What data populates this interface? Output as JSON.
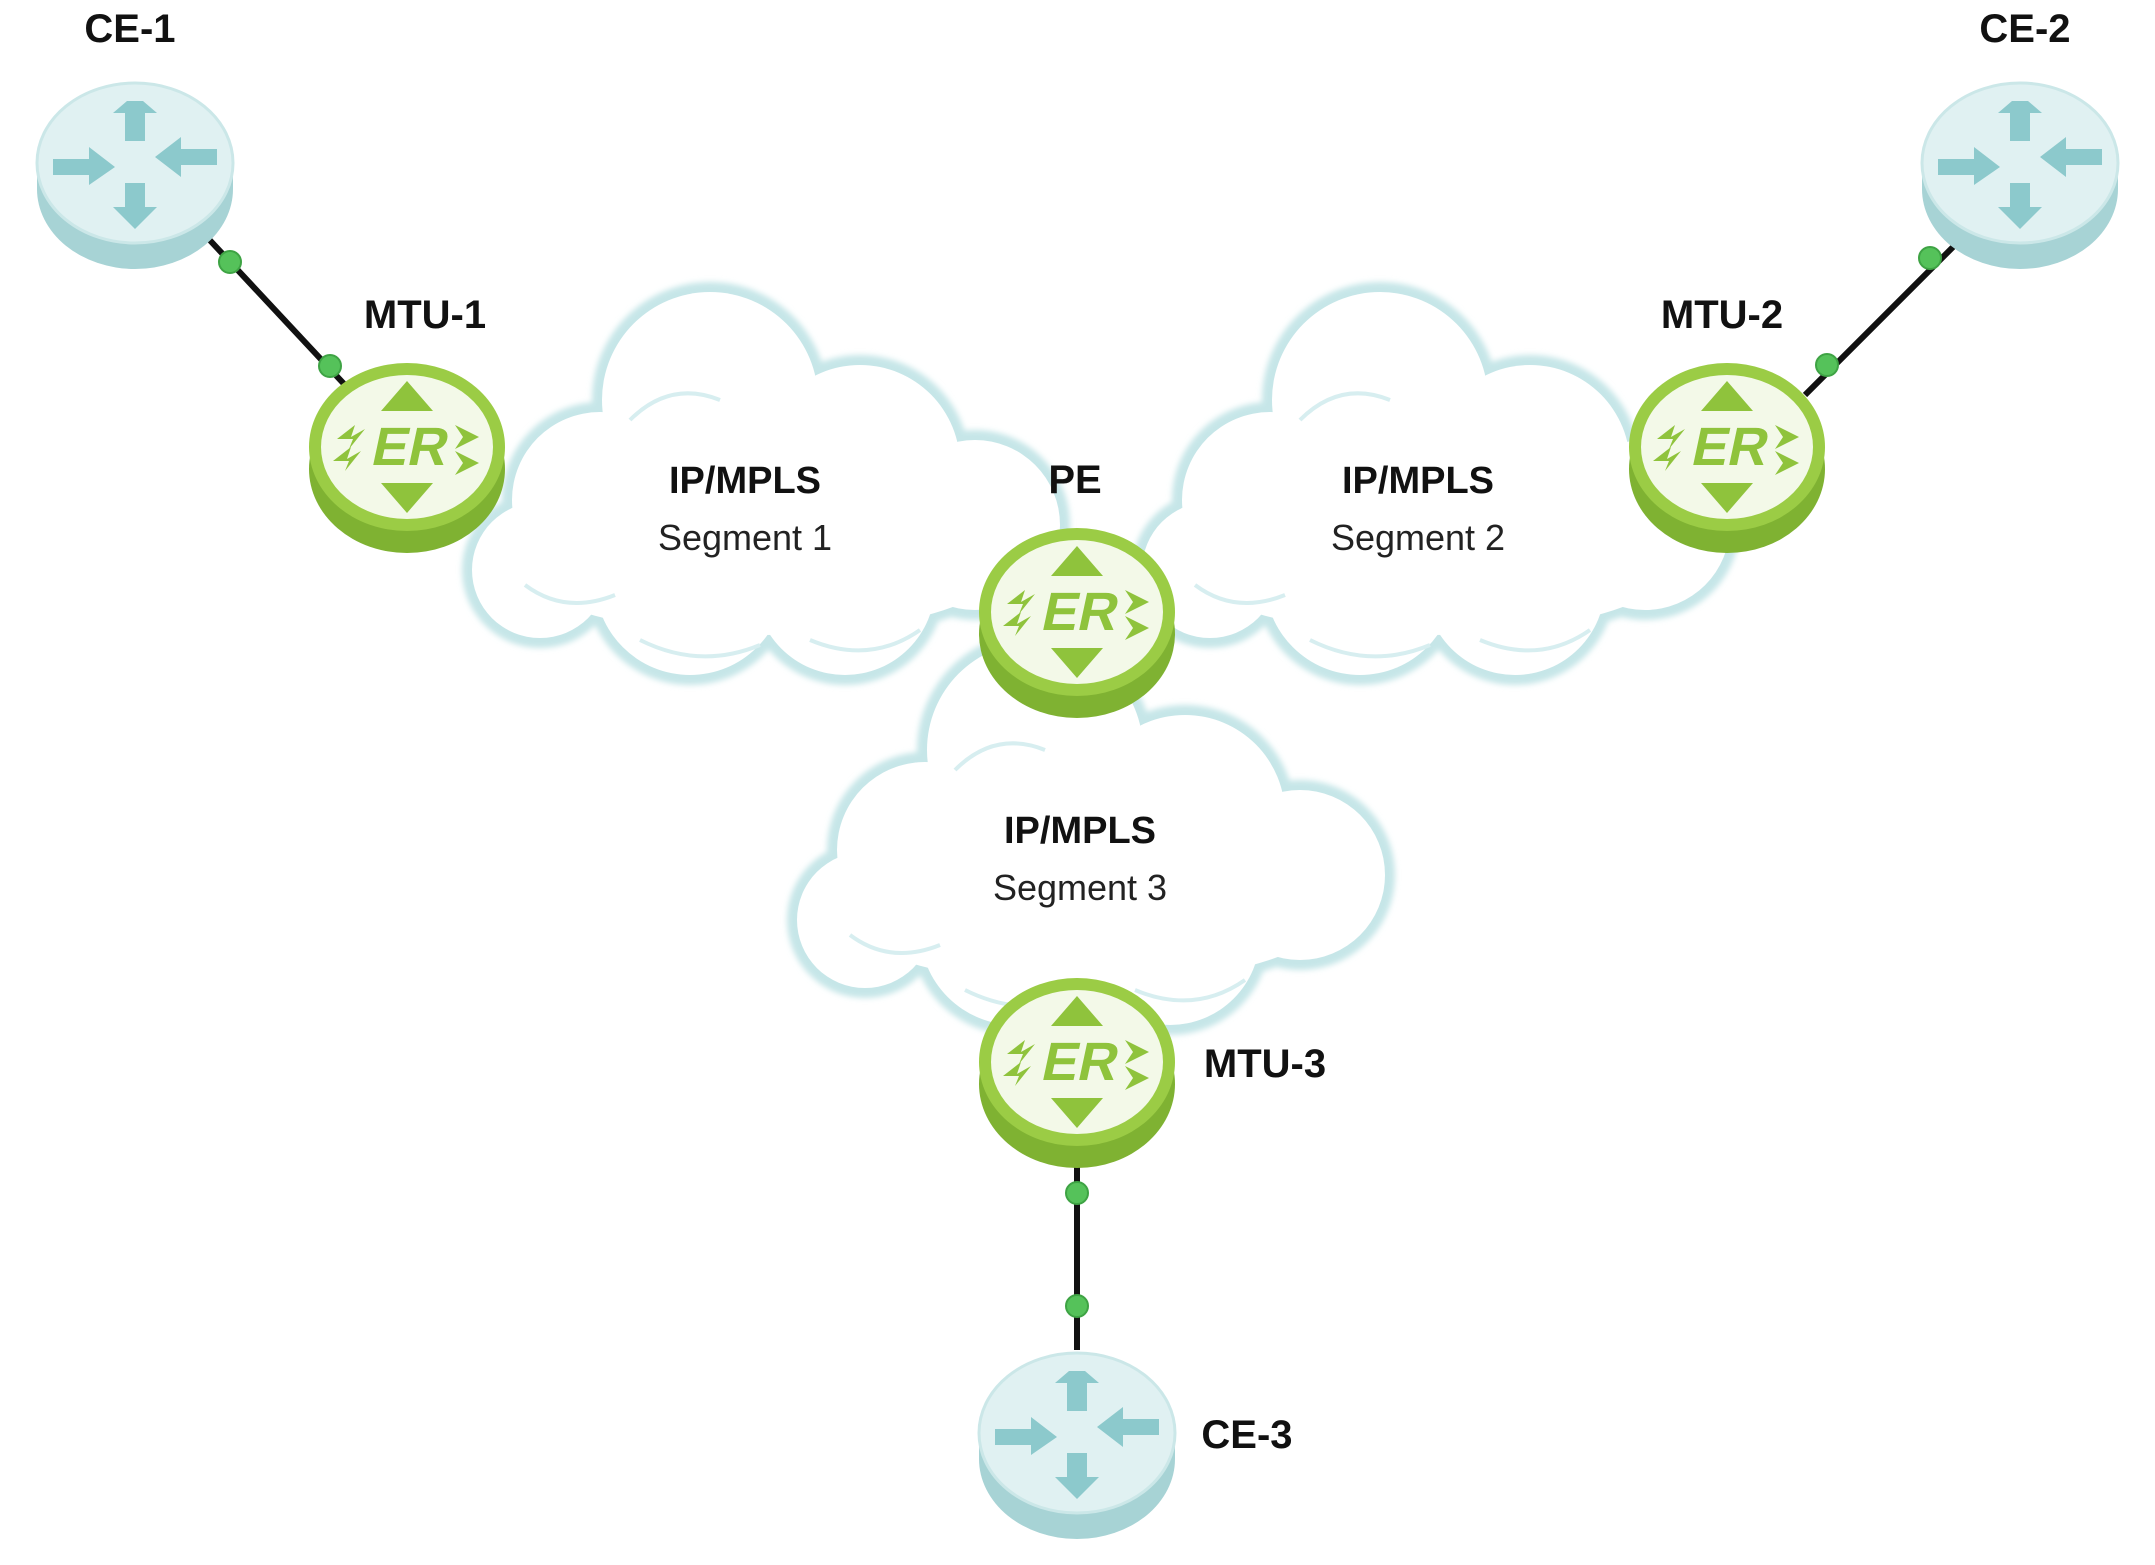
{
  "colors": {
    "cloud_fill": "#ffffff",
    "cloud_edge": "#bfe2e4",
    "ce_body": "#dbeff0",
    "ce_side": "#9fcfd1",
    "ce_arrow": "#8cc9cc",
    "er_fill": "#8fc33c",
    "er_top": "#f4f9ea",
    "er_symbol": "#8fc33c",
    "link": "#111111",
    "port": "#55c25a"
  },
  "segments": {
    "seg1": {
      "title": "IP/MPLS",
      "subtitle": "Segment 1"
    },
    "seg2": {
      "title": "IP/MPLS",
      "subtitle": "Segment 2"
    },
    "seg3": {
      "title": "IP/MPLS",
      "subtitle": "Segment 3"
    }
  },
  "nodes": {
    "ce1": {
      "label": "CE-1",
      "icon": "router-icon"
    },
    "ce2": {
      "label": "CE-2",
      "icon": "router-icon"
    },
    "ce3": {
      "label": "CE-3",
      "icon": "router-icon"
    },
    "mtu1": {
      "label": "MTU-1",
      "icon": "er-router-icon"
    },
    "mtu2": {
      "label": "MTU-2",
      "icon": "er-router-icon"
    },
    "mtu3": {
      "label": "MTU-3",
      "icon": "er-router-icon"
    },
    "pe": {
      "label": "PE",
      "icon": "er-router-icon"
    }
  },
  "router_symbol": "ER"
}
